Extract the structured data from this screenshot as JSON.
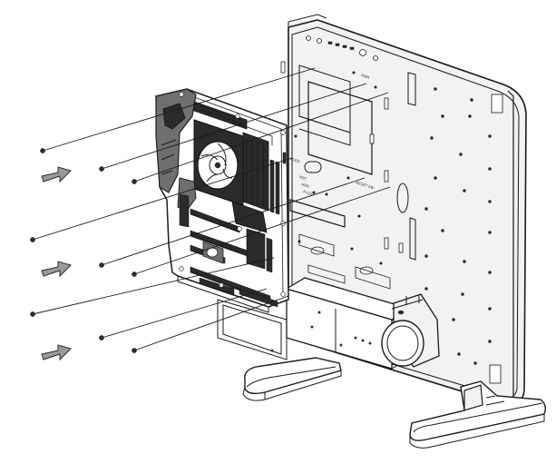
{
  "figure": {
    "subject": "motherboard installation into open-frame PC case",
    "screws_count": 9,
    "arrows_count": 3,
    "colors": {
      "line": "#1a1a1a",
      "arrow_fill": "#9a9a9a",
      "board_dark": "#2b2b2b",
      "background": "#ffffff"
    },
    "case_labels": [
      "PWR",
      "RST",
      "HDD",
      "P-LED",
      "RESET SW",
      "PLED"
    ]
  }
}
